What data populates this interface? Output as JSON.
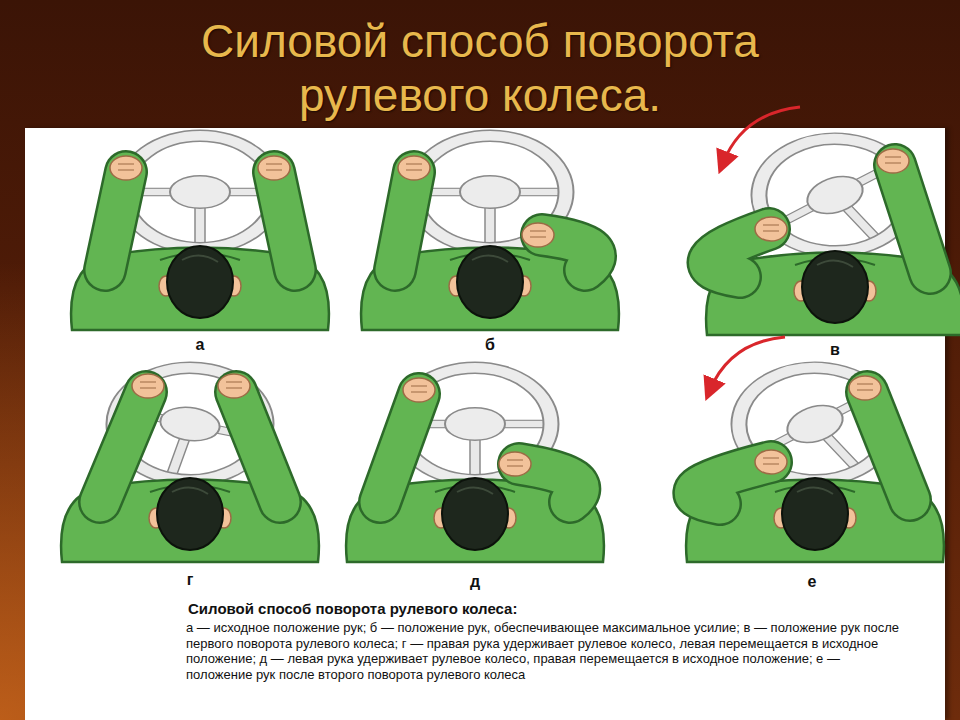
{
  "diagram": {
    "title": "Силовой способ поворота рулевого колеса.",
    "caption": "а — исходное положение рук; б — положение рук, обеспечивающее максимальное усилие; в — положение рук после первого поворота рулевого колеса; г — правая рука удерживает рулевое колесо, левая перемещается в исходное положение; д — левая рука удерживает рулевое колесо, правая перемещается в исходное положение; е — положение рук после второго поворота рулевого колеса",
    "labels": [
      "а",
      "б",
      "в",
      "г",
      "д",
      "е",
      "Силовой способ поворота рулевого колеса:"
    ]
  }
}
